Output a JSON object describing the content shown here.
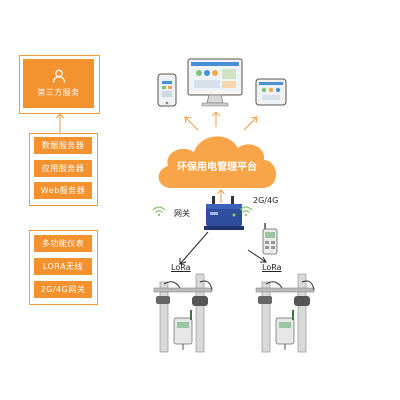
{
  "left_panel": {
    "top_box_label": "第三方服务",
    "server_boxes": [
      "数据服务器",
      "应用服务器",
      "Web服务器"
    ],
    "device_boxes": [
      "多功能仪表",
      "LORA无线",
      "2G/4G网关"
    ]
  },
  "center": {
    "cloud_label": "环保用电管理平台",
    "gateway_label": "网关",
    "network_label": "2G/4G",
    "lora_left": "LoRa",
    "lora_right": "LoRa"
  },
  "colors": {
    "accent": "#f3922f",
    "cloud": "#f7a548"
  },
  "icons": [
    "user-icon",
    "phone-icon",
    "monitor-icon",
    "tablet-icon",
    "wifi-icon",
    "router-icon",
    "meter-icon",
    "pipe-sensor-icon"
  ]
}
